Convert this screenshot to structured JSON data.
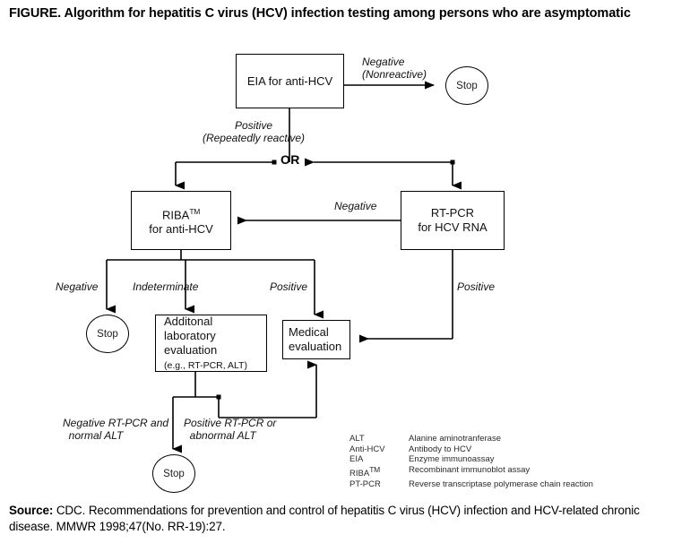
{
  "figure": {
    "title": "FIGURE. Algorithm for hepatitis C virus (HCV) infection testing among persons who are asymptomatic"
  },
  "nodes": {
    "eia": {
      "label": "EIA for anti-HCV"
    },
    "stop_1": {
      "label": "Stop"
    },
    "riba": {
      "line1": "RIBA",
      "sup": "TM",
      "line2": "for anti-HCV"
    },
    "rtpcr": {
      "line1": "RT-PCR",
      "line2": "for HCV RNA"
    },
    "stop_2": {
      "label": "Stop"
    },
    "addlab": {
      "line1": "Additonal",
      "line2": "laboratory",
      "line3": "evaluation",
      "line4": "(e.g., RT-PCR, ALT)"
    },
    "medical": {
      "line1": "Medical",
      "line2": "evaluation"
    },
    "stop_3": {
      "label": "Stop"
    }
  },
  "edges": {
    "negative_nonreactive_1": "Negative",
    "negative_nonreactive_2": "(Nonreactive)",
    "positive_1": "Positive",
    "positive_2": "(Repeatedly reactive)",
    "or_junction": "OR",
    "negative_rtpcr_to_riba": "Negative",
    "negative_riba": "Negative",
    "indeterminate_riba": "Indeterminate",
    "positive_riba": "Positive",
    "positive_rtpcr": "Positive",
    "negative_rtpcr_alt_1": "Negative RT-PCR and",
    "negative_rtpcr_alt_2": "normal ALT",
    "positive_rtpcr_alt_1": "Positive RT-PCR or",
    "positive_rtpcr_alt_2": "abnormal ALT"
  },
  "legend": {
    "rows": [
      {
        "abbr": "ALT",
        "sup": "",
        "def": "Alanine aminotranferase"
      },
      {
        "abbr": "Anti-HCV",
        "sup": "",
        "def": "Antibody to HCV"
      },
      {
        "abbr": "EIA",
        "sup": "",
        "def": "Enzyme immunoassay"
      },
      {
        "abbr": "RIBA",
        "sup": "TM",
        "def": "Recombinant immunoblot assay"
      },
      {
        "abbr": "PT-PCR",
        "sup": "",
        "def": "Reverse transcriptase polymerase chain reaction"
      }
    ]
  },
  "source": {
    "label": "Source:",
    "text": " CDC. Recommendations for prevention and control of hepatitis C virus (HCV) infection and HCV-related chronic disease. MMWR 1998;47(No. RR-19):27."
  },
  "colors": {
    "stroke": "#000000",
    "background": "#ffffff",
    "text": "#111111"
  }
}
